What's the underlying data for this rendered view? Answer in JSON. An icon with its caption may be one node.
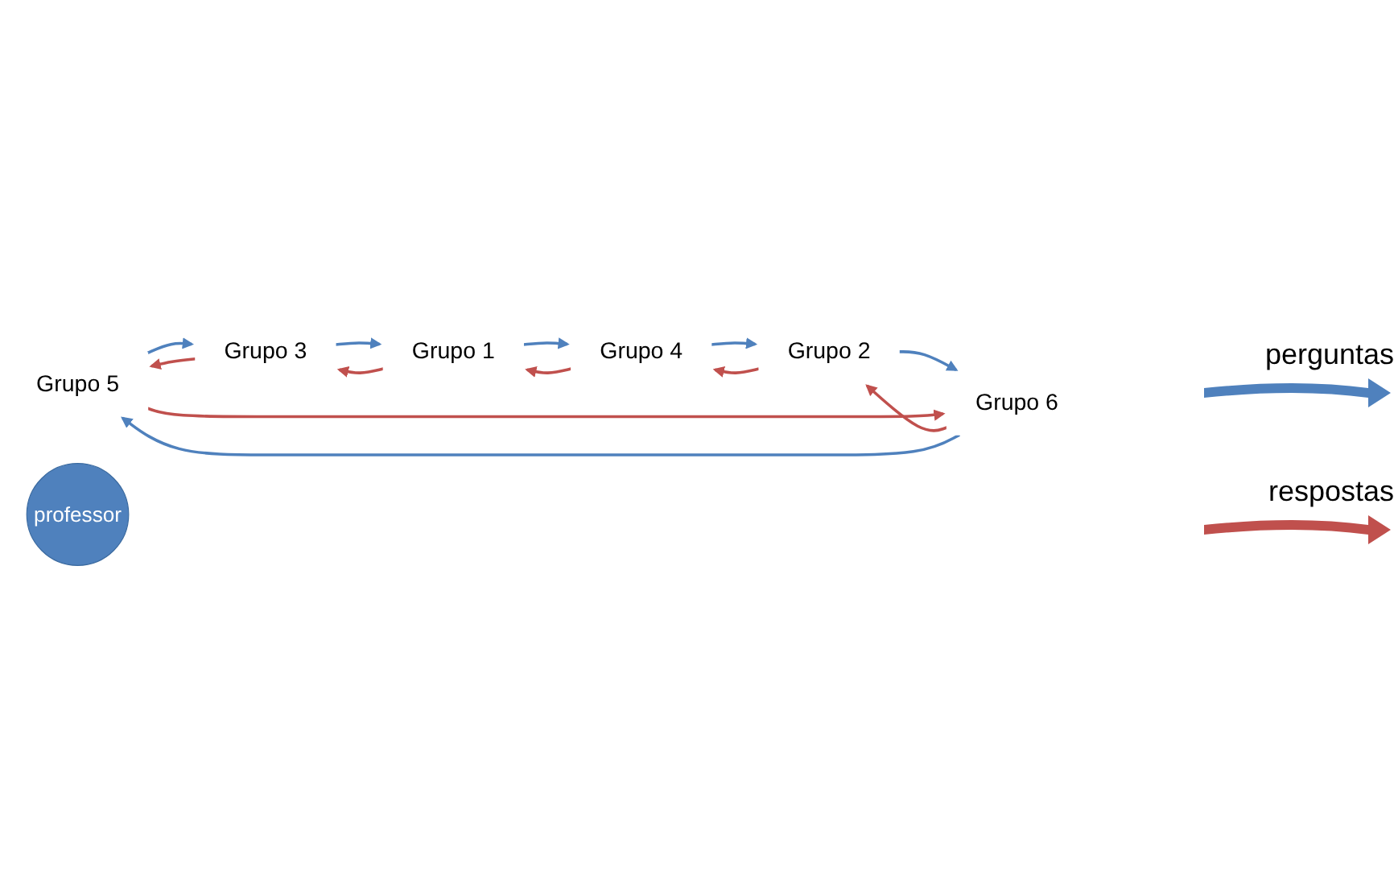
{
  "diagram": {
    "nodes": [
      {
        "text": [
          "Grupo 5"
        ]
      },
      {
        "text": [
          "Grupo 3"
        ]
      },
      {
        "text": [
          "Grupo 6"
        ]
      },
      {
        "text": [
          "professor"
        ]
      },
      {
        "text": [
          "Grupo 1"
        ]
      },
      {
        "text": [
          "Grupo 2"
        ]
      },
      {
        "text": [
          "Grupo 4"
        ]
      }
    ],
    "edges": [
      {
        "from": 0,
        "to": 1,
        "arrow": "to",
        "color": "#4f81bd"
      },
      {
        "from": 1,
        "to": 0,
        "arrow": "to",
        "color": "#c0504d"
      },
      {
        "from": 1,
        "to": 4,
        "arrow": "to",
        "color": "#4f81bd"
      },
      {
        "from": 4,
        "to": 1,
        "arrow": "to",
        "color": "#c0504d"
      },
      {
        "from": 4,
        "to": 6,
        "arrow": "to",
        "color": "#4f81bd"
      },
      {
        "from": 6,
        "to": 4,
        "arrow": "to",
        "color": "#c0504d"
      },
      {
        "from": 5,
        "to": 6,
        "arrow": "to",
        "color": "#c0504d"
      },
      {
        "from": 6,
        "to": 5,
        "arrow": "to",
        "color": "#4f81bd"
      },
      {
        "from": 2,
        "to": 5,
        "arrow": "to",
        "color": "#c0504d"
      },
      {
        "from": 5,
        "to": 2,
        "arrow": "to",
        "color": "#4f81bd"
      },
      {
        "from": 2,
        "to": 0,
        "arrow": "to",
        "color": "#4f81bd"
      },
      {
        "from": 0,
        "to": 2,
        "arrow": "to",
        "color": "#c0504d"
      }
    ],
    "legend": [
      {
        "text": "perguntas"
      },
      {
        "text": "respostas"
      }
    ]
  }
}
